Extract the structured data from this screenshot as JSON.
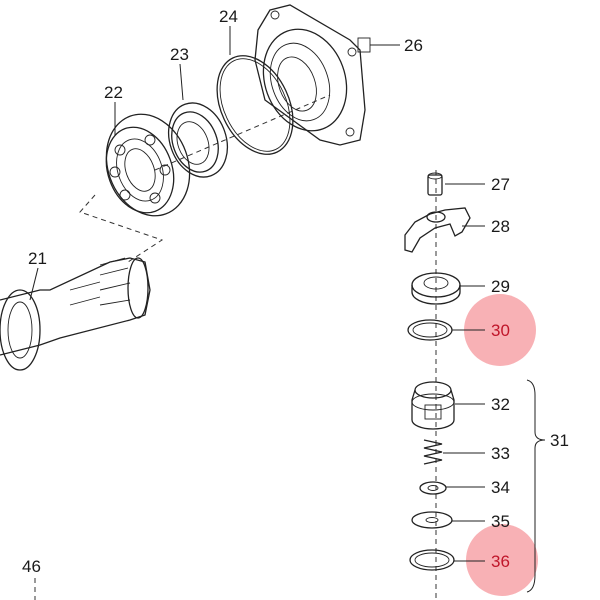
{
  "callouts": [
    {
      "id": "p21",
      "label": "21",
      "highlight": false
    },
    {
      "id": "p22",
      "label": "22",
      "highlight": false
    },
    {
      "id": "p23",
      "label": "23",
      "highlight": false
    },
    {
      "id": "p24",
      "label": "24",
      "highlight": false
    },
    {
      "id": "p26",
      "label": "26",
      "highlight": false
    },
    {
      "id": "p27",
      "label": "27",
      "highlight": false
    },
    {
      "id": "p28",
      "label": "28",
      "highlight": false
    },
    {
      "id": "p29",
      "label": "29",
      "highlight": false
    },
    {
      "id": "p30",
      "label": "30",
      "highlight": true
    },
    {
      "id": "p31",
      "label": "31",
      "highlight": false
    },
    {
      "id": "p32",
      "label": "32",
      "highlight": false
    },
    {
      "id": "p33",
      "label": "33",
      "highlight": false
    },
    {
      "id": "p34",
      "label": "34",
      "highlight": false
    },
    {
      "id": "p35",
      "label": "35",
      "highlight": false
    },
    {
      "id": "p36",
      "label": "36",
      "highlight": true
    },
    {
      "id": "p46",
      "label": "46",
      "highlight": false
    }
  ],
  "colors": {
    "highlight_fill": "#f7a3a8",
    "highlight_text": "#c0162a",
    "line": "#222222",
    "background": "#ffffff"
  }
}
